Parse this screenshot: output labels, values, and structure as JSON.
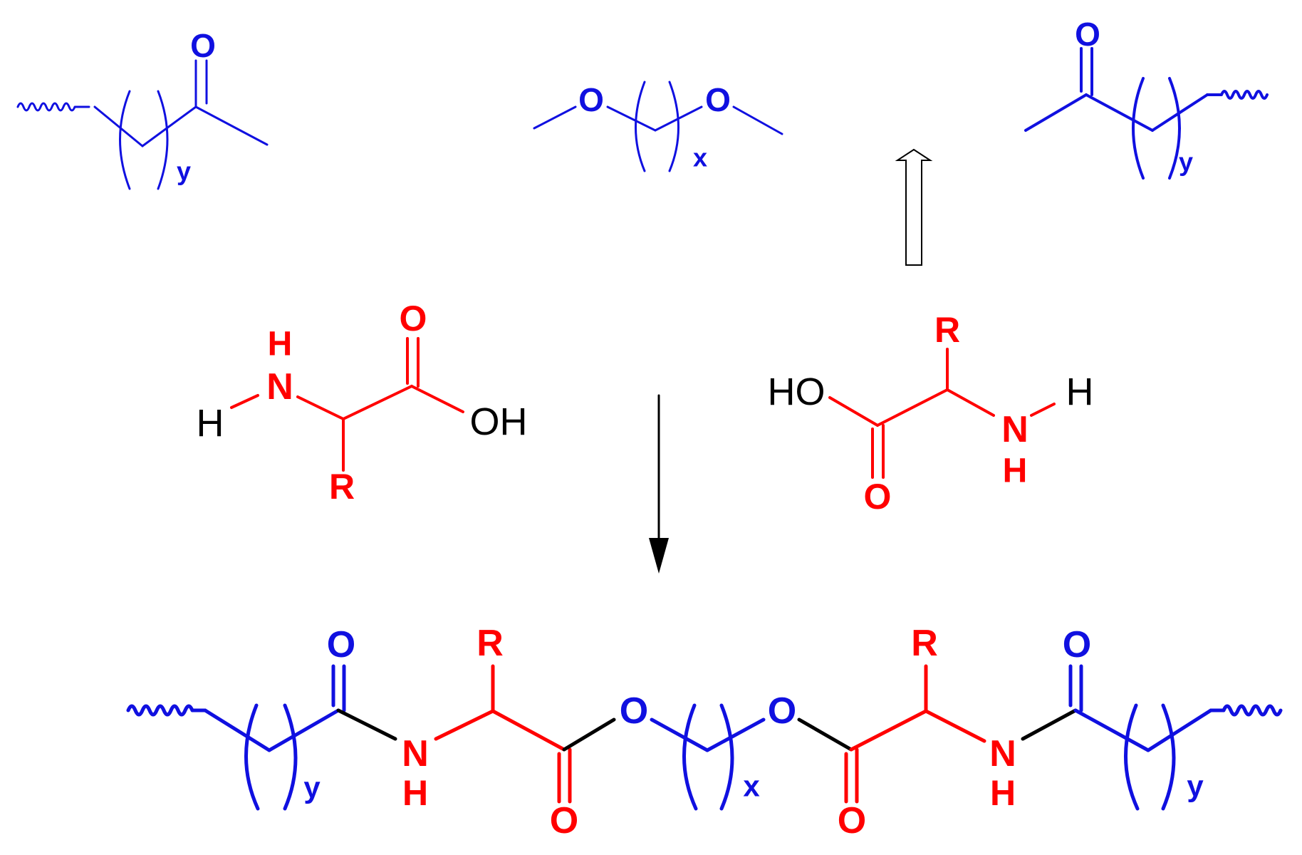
{
  "colors": {
    "diacid_segment": "#1010e0",
    "amino_acid": "#ff0000",
    "linkage": "#000000",
    "background": "#ffffff"
  },
  "labels": {
    "oxygen": "O",
    "r_group": "R",
    "hydrogen": "H",
    "nitrogen": "N",
    "hydroxyl_right": "OH",
    "hydroxyl_left": "HO",
    "repeat_y": "y",
    "repeat_x": "x"
  },
  "arrows": {
    "open_arrow": "up",
    "reaction_arrow": "down"
  }
}
